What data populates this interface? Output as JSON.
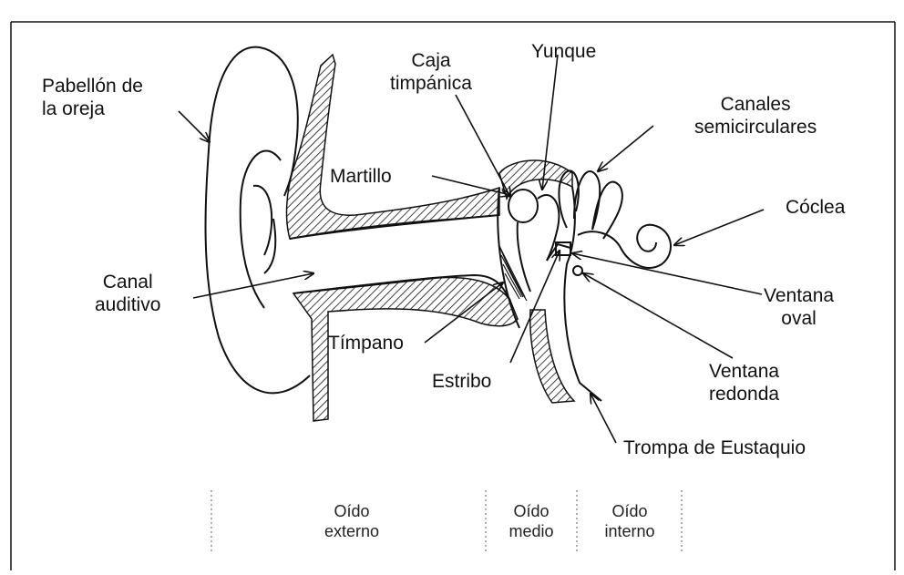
{
  "labels": {
    "pabellon": "Pabellón de\nla oreja",
    "caja": "Caja\ntimpánica",
    "yunque": "Yunque",
    "canales": "Canales\nsemicirculares",
    "martillo": "Martillo",
    "coclea": "Cóclea",
    "canal": "Canal\nauditivo",
    "ventana_oval": "Ventana\noval",
    "timpano": "Tímpano",
    "ventana_redonda": "Ventana\nredonda",
    "estribo": "Estribo",
    "trompa": "Trompa de Eustaquio"
  },
  "sections": {
    "externo": "Oído\nexterno",
    "medio": "Oído\nmedio",
    "interno": "Oído\ninterno"
  }
}
